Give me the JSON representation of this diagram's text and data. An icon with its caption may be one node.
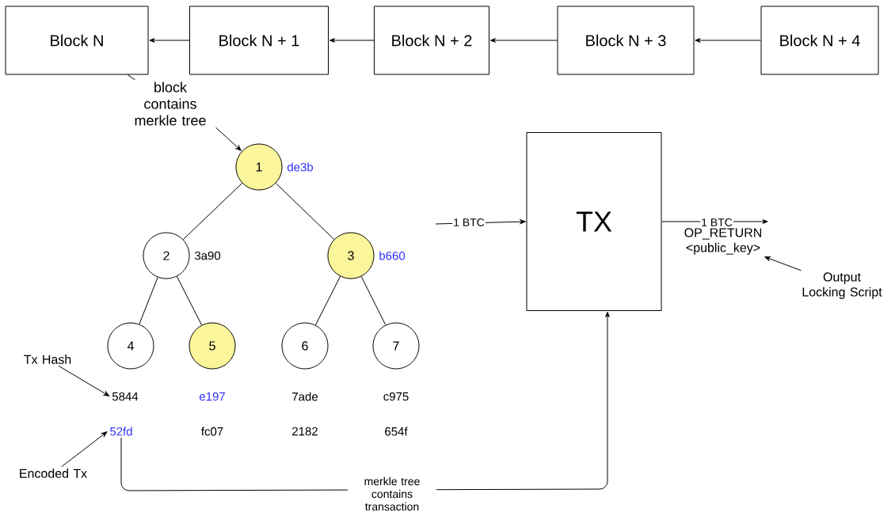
{
  "diagram": {
    "nodes": [
      {
        "text": [
          "Block N"
        ]
      },
      {
        "text": [
          "Block N + 1"
        ]
      },
      {
        "text": [
          "Block N + 2"
        ]
      },
      {
        "text": [
          "Block N + 3"
        ]
      },
      {
        "text": [
          "Block N + 4"
        ]
      },
      {
        "text": [
          "block contains merkle tree"
        ]
      },
      {
        "text": [
          "1"
        ],
        "beside": [
          "de3b"
        ]
      },
      {
        "text": [
          "2"
        ],
        "beside": [
          "3a90"
        ]
      },
      {
        "text": [
          "3"
        ],
        "beside": [
          "b660"
        ]
      },
      {
        "text": [
          "4"
        ]
      },
      {
        "text": [
          "5"
        ]
      },
      {
        "text": [
          "6"
        ]
      },
      {
        "text": [
          "7"
        ]
      },
      {
        "text": [
          "5844"
        ]
      },
      {
        "text": [
          "52fd"
        ]
      },
      {
        "text": [
          "Tx Hash"
        ]
      },
      {
        "text": [
          "Encoded Tx"
        ]
      },
      {
        "text": [
          "TX"
        ]
      },
      {
        "text": [
          "OP_RETURN <public_key>"
        ]
      },
      {
        "text": [
          "Output Locking Script"
        ]
      }
    ],
    "edges": [
      {
        "from": 1,
        "to": 0,
        "arrow": "to"
      },
      {
        "from": 2,
        "to": 1,
        "arrow": "to"
      },
      {
        "from": 3,
        "to": 2,
        "arrow": "to"
      },
      {
        "from": 4,
        "to": 3,
        "arrow": "to"
      },
      {
        "from": 0,
        "to": 5,
        "arrow": "none"
      },
      {
        "from": 5,
        "to": 6,
        "arrow": "to"
      },
      {
        "from": 6,
        "to": 7,
        "arrow": "none"
      },
      {
        "from": 6,
        "to": 8,
        "arrow": "none"
      },
      {
        "from": 7,
        "to": 9,
        "arrow": "none"
      },
      {
        "from": 7,
        "to": 10,
        "arrow": "none"
      },
      {
        "from": 8,
        "to": 11,
        "arrow": "none"
      },
      {
        "from": 8,
        "to": 12,
        "arrow": "none"
      },
      {
        "from": 15,
        "to": 13,
        "arrow": "to"
      },
      {
        "from": 16,
        "to": 14,
        "arrow": "to"
      },
      {
        "from": 14,
        "to": 17,
        "label": "merkle tree contains transaction",
        "arrow": "to"
      },
      {
        "from": null,
        "to": 17,
        "label": "1 BTC",
        "arrow": "to"
      },
      {
        "from": 17,
        "to": 18,
        "label": "1 BTC",
        "arrow": "to"
      },
      {
        "from": 19,
        "to": 18,
        "arrow": "to"
      }
    ],
    "labels": [
      "e197",
      "7ade",
      "c975",
      "fc07",
      "2182",
      "654f"
    ]
  }
}
